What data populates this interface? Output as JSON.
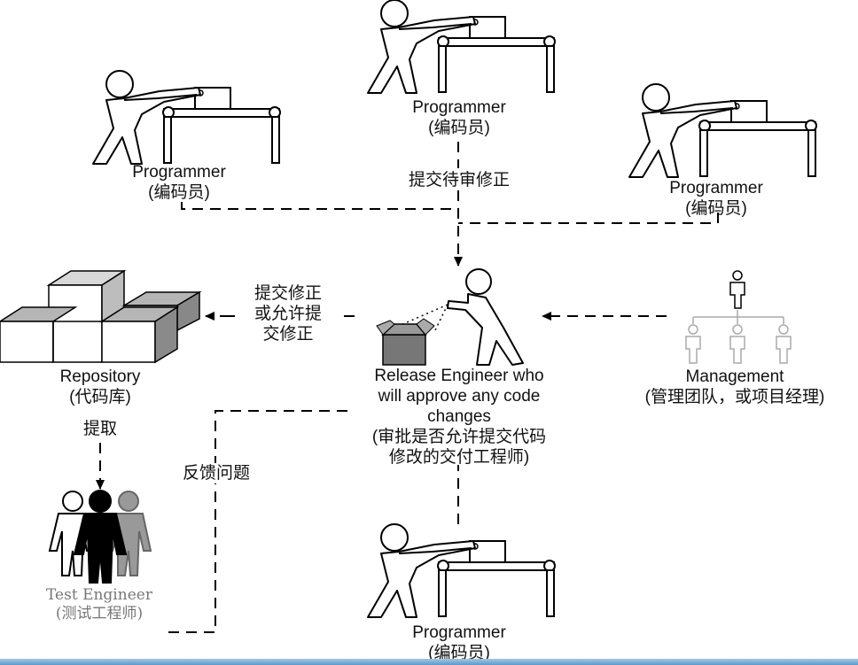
{
  "programmer_top": {
    "name": "Programmer",
    "cn": "(编码员)"
  },
  "programmer_left": {
    "name": "Programmer",
    "cn": "(编码员)"
  },
  "programmer_right": {
    "name": "Programmer",
    "cn": "(编码员)"
  },
  "programmer_bottom": {
    "name": "Programmer",
    "cn": "(编码员)"
  },
  "submit_for_review": "提交待审修正",
  "repository": {
    "name": "Repository",
    "cn": "(代码库)"
  },
  "submit_or_allow": [
    "提交修正",
    "或允许提",
    "交修正"
  ],
  "release_engineer": {
    "line1": "Release Engineer who",
    "line2": "will approve any code",
    "line3": "changes",
    "cn1": "(审批是否允许提交代码",
    "cn2": "修改的交付工程师)"
  },
  "management": {
    "name": "Management",
    "cn": "(管理团队，或项目经理)"
  },
  "fetch": "提取",
  "feedback": "反馈问题",
  "test_engineer": {
    "name": "Test Engineer",
    "cn": "(测试工程师)"
  },
  "colors": {
    "line": "#000000",
    "gray_figure": "#999999",
    "box_gray": "#b5b5b5"
  }
}
